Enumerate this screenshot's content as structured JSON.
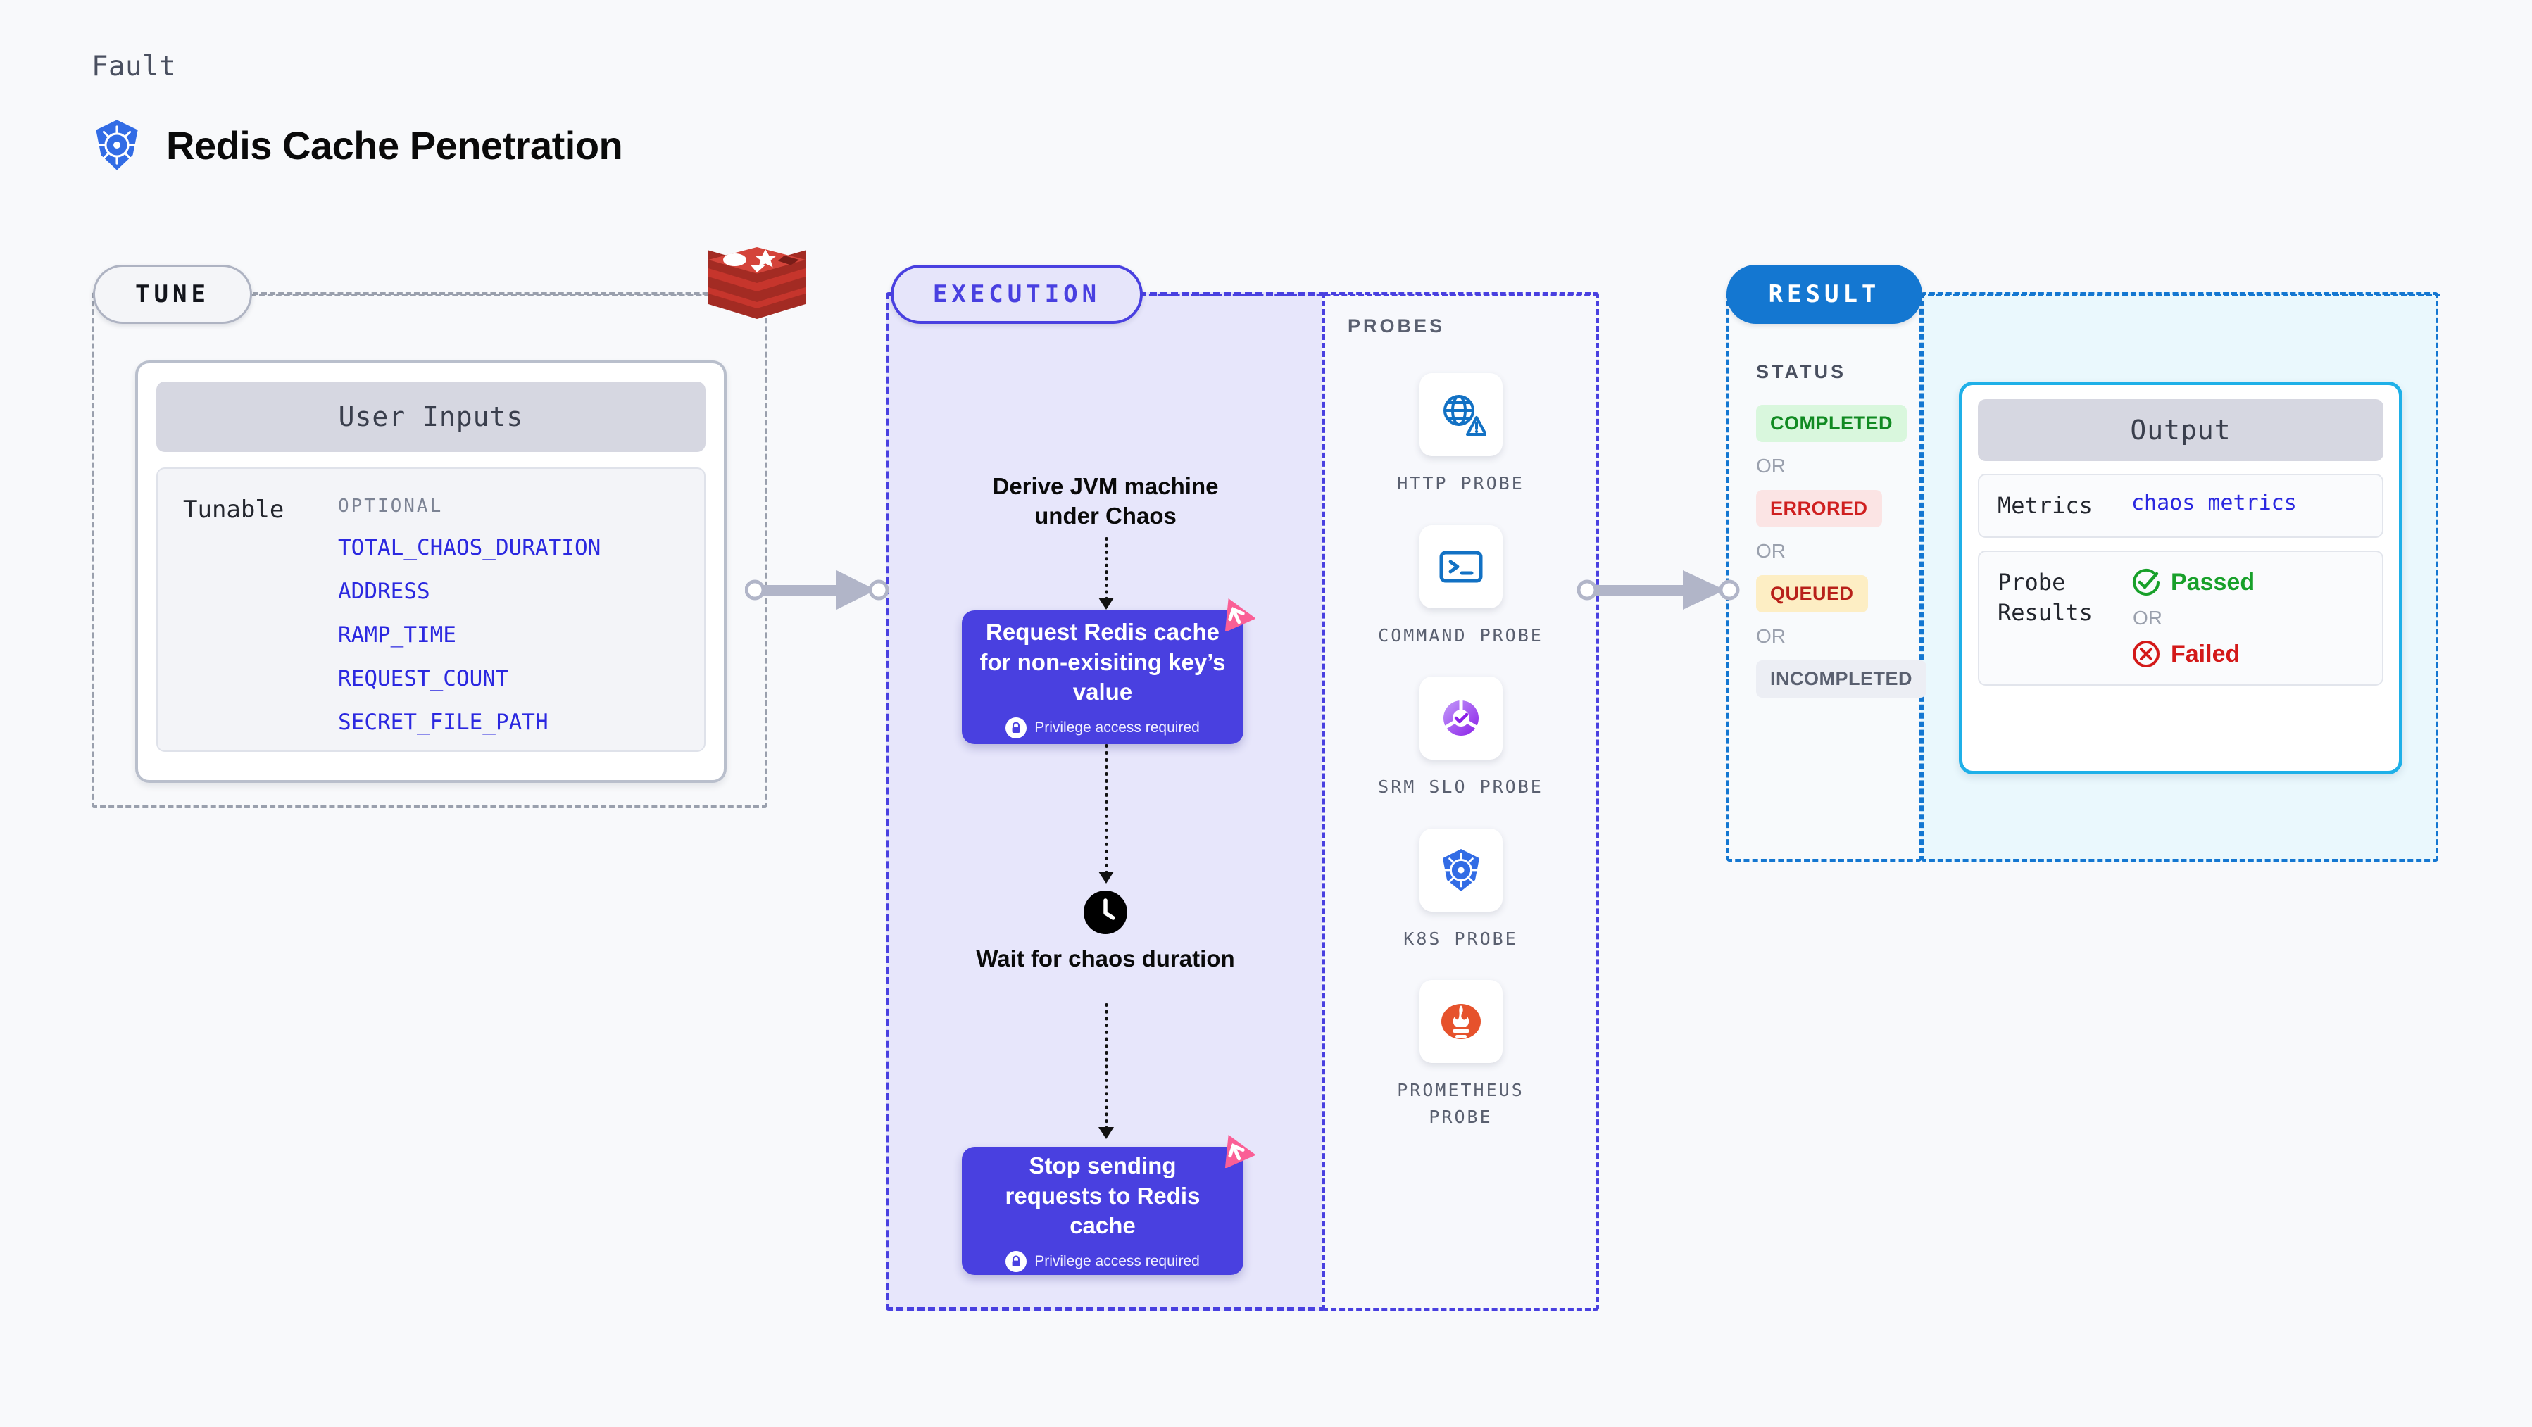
{
  "header": {
    "eyebrow": "Fault",
    "title": "Redis Cache Penetration",
    "logo_icon": "kubernetes-icon"
  },
  "tune": {
    "badge": "TUNE",
    "platform_icon": "redis-logo",
    "card": {
      "title": "User Inputs",
      "group_label": "Tunable",
      "optional_label": "OPTIONAL",
      "params": [
        "TOTAL_CHAOS_DURATION",
        "ADDRESS",
        "RAMP_TIME",
        "REQUEST_COUNT",
        "SECRET_FILE_PATH"
      ]
    }
  },
  "execution": {
    "badge": "EXECUTION",
    "steps": [
      {
        "kind": "text",
        "label": "Derive JVM machine under Chaos"
      },
      {
        "kind": "box",
        "label": "Request Redis cache for non-exisiting key’s value",
        "note": "Privilege access required",
        "note_icon": "lock-icon",
        "corner_icon": "litmus-badge-icon"
      },
      {
        "kind": "wait",
        "label": "Wait for chaos duration",
        "icon": "clock-icon"
      },
      {
        "kind": "box",
        "label": "Stop sending requests to Redis cache",
        "note": "Privilege access required",
        "note_icon": "lock-icon",
        "corner_icon": "litmus-badge-icon"
      }
    ]
  },
  "probes": {
    "label": "PROBES",
    "items": [
      {
        "name": "HTTP PROBE",
        "icon": "http-probe-icon"
      },
      {
        "name": "COMMAND PROBE",
        "icon": "command-probe-icon"
      },
      {
        "name": "SRM SLO PROBE",
        "icon": "srm-slo-probe-icon"
      },
      {
        "name": "K8S PROBE",
        "icon": "k8s-probe-icon"
      },
      {
        "name": "PROMETHEUS PROBE",
        "icon": "prometheus-probe-icon"
      }
    ]
  },
  "result": {
    "badge": "RESULT",
    "status_label": "STATUS",
    "or_label": "OR",
    "statuses": [
      {
        "label": "COMPLETED",
        "bg": "#d9f7dd",
        "color": "#118a22"
      },
      {
        "label": "ERRORED",
        "bg": "#fbe4e4",
        "color": "#cf1f1f"
      },
      {
        "label": "QUEUED",
        "bg": "#fdeec4",
        "color": "#b8211a"
      },
      {
        "label": "INCOMPLETED",
        "bg": "#eceef4",
        "color": "#5a6070"
      }
    ]
  },
  "output": {
    "title": "Output",
    "metrics_key": "Metrics",
    "metrics_value": "chaos metrics",
    "probe_results_key": "Probe Results",
    "passed_label": "Passed",
    "failed_label": "Failed",
    "or_label": "OR",
    "passed_icon": "check-circle-icon",
    "failed_icon": "x-circle-icon"
  },
  "connectors": {
    "tune_to_execution": "arrow-right-icon",
    "probes_to_result": "arrow-right-icon"
  },
  "colors": {
    "indigo": "#4940e0",
    "lavender": "#e7e6fb",
    "blue": "#1477d1",
    "cyan": "#1fb0e8",
    "pink": "#fa5f96",
    "green": "#18a02a",
    "red": "#d31919",
    "gray": "#9aa0ad"
  }
}
